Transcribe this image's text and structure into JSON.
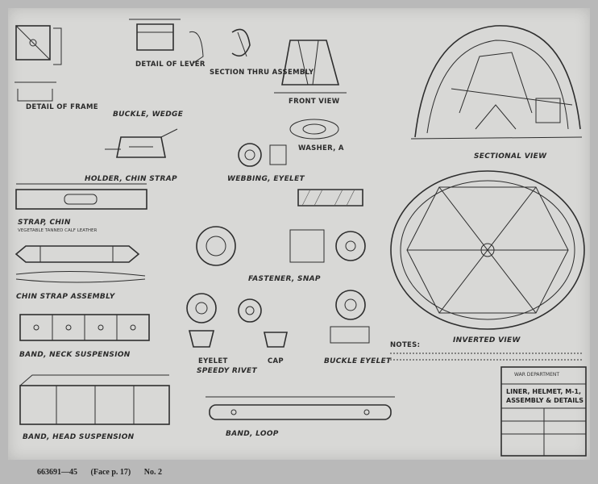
{
  "drawing": {
    "labels": {
      "detail_of_lever": "DETAIL OF LEVER",
      "section_thru_assembly": "SECTION THRU ASSEMBLY",
      "front_view": "FRONT VIEW",
      "detail_of_frame": "DETAIL OF FRAME",
      "buckle_wedge": "BUCKLE, WEDGE",
      "washer": "WASHER, A",
      "holder_chin_strap": "HOLDER, CHIN STRAP",
      "webbing_eyelet": "WEBBING, EYELET",
      "strap_chin": "STRAP, CHIN",
      "strap_chin_note": "VEGETABLE TANNED CALF LEATHER",
      "fastener_snap": "FASTENER, SNAP",
      "chin_strap_assembly": "CHIN STRAP ASSEMBLY",
      "band_neck_suspension": "BAND, NECK SUSPENSION",
      "eyelet": "EYELET",
      "speedy_rivet": "SPEEDY RIVET",
      "cap": "CAP",
      "buckle_eyelet": "BUCKLE EYELET",
      "band_head_suspension": "BAND, HEAD SUSPENSION",
      "band_loop": "BAND, LOOP",
      "sectional_view": "SECTIONAL VIEW",
      "inverted_view": "INVERTED VIEW",
      "notes": "NOTES:"
    },
    "title_block": {
      "department": "WAR DEPARTMENT",
      "part_title": "LINER, HELMET, M-1,",
      "part_subtitle": "ASSEMBLY & DETAILS"
    }
  },
  "footer": {
    "code": "663691—45",
    "page_ref": "(Face p. 17)",
    "number": "No. 2"
  }
}
